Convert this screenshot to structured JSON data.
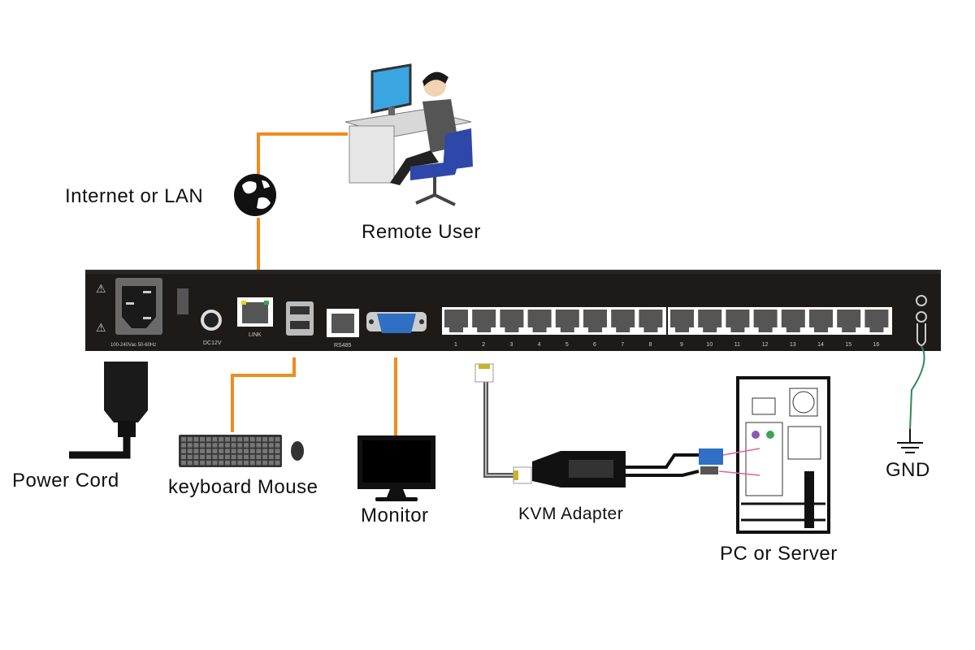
{
  "labels": {
    "internet": "Internet or LAN",
    "remote_user": "Remote User",
    "power_cord": "Power Cord",
    "keyboard_mouse": "keyboard Mouse",
    "monitor": "Monitor",
    "kvm_adapter": "KVM Adapter",
    "pc_server": "PC  or Server",
    "gnd": "GND"
  },
  "panel": {
    "power_rating": "100-240Vac 50-60Hz",
    "dc": "DC12V",
    "link": "LINK",
    "rs485": "RS485",
    "ports": [
      "1",
      "2",
      "3",
      "4",
      "5",
      "6",
      "7",
      "8",
      "9",
      "10",
      "11",
      "12",
      "13",
      "14",
      "15",
      "16"
    ]
  },
  "colors": {
    "cable_orange": "#f08c1e",
    "panel": "#1e1a18",
    "ground_wire": "#2e8b57",
    "vga_blue": "#2f6fc4"
  }
}
